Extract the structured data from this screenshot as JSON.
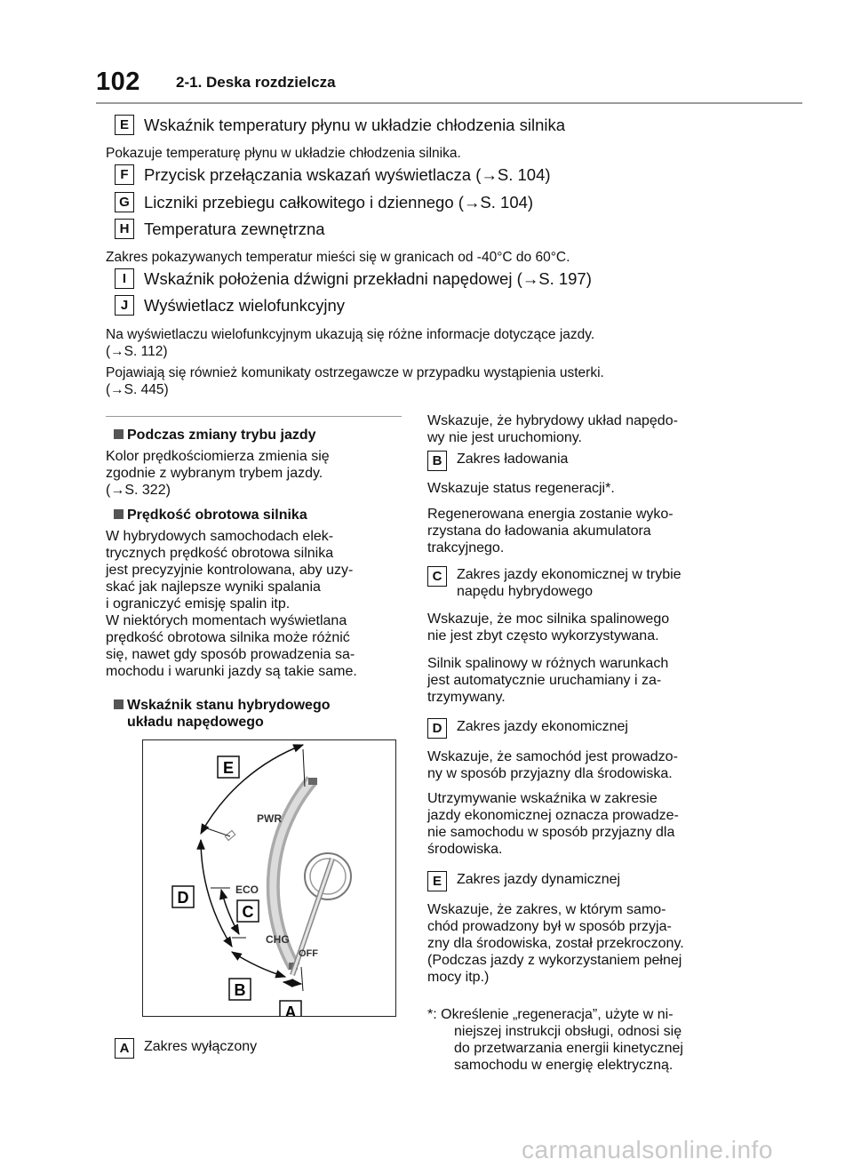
{
  "header": {
    "page_number": "102",
    "section": "2-1. Deska rozdzielcza"
  },
  "items": [
    {
      "letter": "E",
      "title": "Wskaźnik temperatury płynu w układzie chłodzenia silnika"
    },
    {
      "letter": "F",
      "title": "Przycisk przełączania wskazań wyświetlacza (→S. 104)"
    },
    {
      "letter": "G",
      "title": "Liczniki przebiegu całkowitego i dziennego (→S. 104)"
    },
    {
      "letter": "H",
      "title": "Temperatura zewnętrzna"
    },
    {
      "letter": "I",
      "title": "Wskaźnik położenia dźwigni przekładni napędowej (→S. 197)"
    },
    {
      "letter": "J",
      "title": "Wyświetlacz wielofunkcyjny"
    }
  ],
  "descriptions": {
    "e": "Pokazuje temperaturę płynu w układzie chłodzenia silnika.",
    "h": "Zakres pokazywanych temperatur mieści się w granicach od -40°C do 60°C.",
    "j1": "Na wyświetlaczu wielofunkcyjnym ukazują się różne informacje dotyczące jazdy.",
    "j2": "(→S. 112)",
    "j3": "Pojawiają się również komunikaty ostrzegawcze w przypadku wystąpienia usterki.",
    "j4": "(→S. 445)"
  },
  "left_column": {
    "drive_mode_head": "Podczas zmiany trybu jazdy",
    "drive_mode_lines": [
      "Kolor prędkościomierza zmienia się",
      "zgodnie z wybranym trybem jazdy.",
      "(→S. 322)"
    ],
    "rpm_head": "Prędkość obrotowa silnika",
    "rpm_lines": [
      "W hybrydowych samochodach elek-",
      "trycznych prędkość obrotowa silnika",
      "jest precyzyjnie kontrolowana, aby uzy-",
      "skać jak najlepsze wyniki spalania",
      "i ograniczyć emisję spalin itp.",
      "W niektórych momentach wyświetlana",
      "prędkość obrotowa silnika może różnić",
      "się, nawet gdy sposób prowadzenia sa-",
      "mochodu i warunki jazdy są takie same."
    ],
    "hybrid_head": [
      "Wskaźnik stanu hybrydowego",
      "układu napędowego"
    ],
    "label_a": {
      "letter": "A",
      "text": "Zakres wyłączony"
    }
  },
  "diagram": {
    "callouts": [
      "E",
      "D",
      "C",
      "B",
      "A"
    ],
    "scale_labels": [
      "PWR",
      "ECO",
      "CHG",
      "OFF"
    ]
  },
  "right_column": {
    "intro": [
      "Wskazuje, że hybrydowy układ napędo-",
      "wy nie jest uruchomiony."
    ],
    "b": {
      "letter": "B",
      "text": "Zakres ładowania"
    },
    "b_desc1": [
      "Wskazuje status regeneracji*."
    ],
    "b_desc2": [
      "Regenerowana energia zostanie wyko-",
      "rzystana do ładowania akumulatora",
      "trakcyjnego."
    ],
    "c": {
      "letter": "C",
      "text": [
        "Zakres jazdy ekonomicznej w trybie",
        "napędu hybrydowego"
      ]
    },
    "c_desc1": [
      "Wskazuje, że moc silnika spalinowego",
      "nie jest zbyt często wykorzystywana."
    ],
    "c_desc2": [
      "Silnik spalinowy w różnych warunkach",
      "jest automatycznie uruchamiany i za-",
      "trzymywany."
    ],
    "d": {
      "letter": "D",
      "text": "Zakres jazdy ekonomicznej"
    },
    "d_desc1": [
      "Wskazuje, że samochód jest prowadzo-",
      "ny w sposób przyjazny dla środowiska."
    ],
    "d_desc2": [
      "Utrzymywanie wskaźnika w zakresie",
      "jazdy ekonomicznej oznacza prowadze-",
      "nie samochodu w sposób przyjazny dla",
      "środowiska."
    ],
    "e": {
      "letter": "E",
      "text": "Zakres jazdy dynamicznej"
    },
    "e_desc": [
      "Wskazuje, że zakres, w którym samo-",
      "chód prowadzony był w sposób przyja-",
      "zny dla środowiska, został przekroczony.",
      "(Podczas jazdy z wykorzystaniem pełnej",
      "mocy itp.)"
    ],
    "footnote": [
      "*: Określenie „regeneracja”, użyte w ni-",
      "niejszej instrukcji obsługi, odnosi się",
      "do przetwarzania energii kinetycznej",
      "samochodu w energię elektryczną."
    ]
  },
  "footer": {
    "watermark": "carmanualsonline.info"
  }
}
